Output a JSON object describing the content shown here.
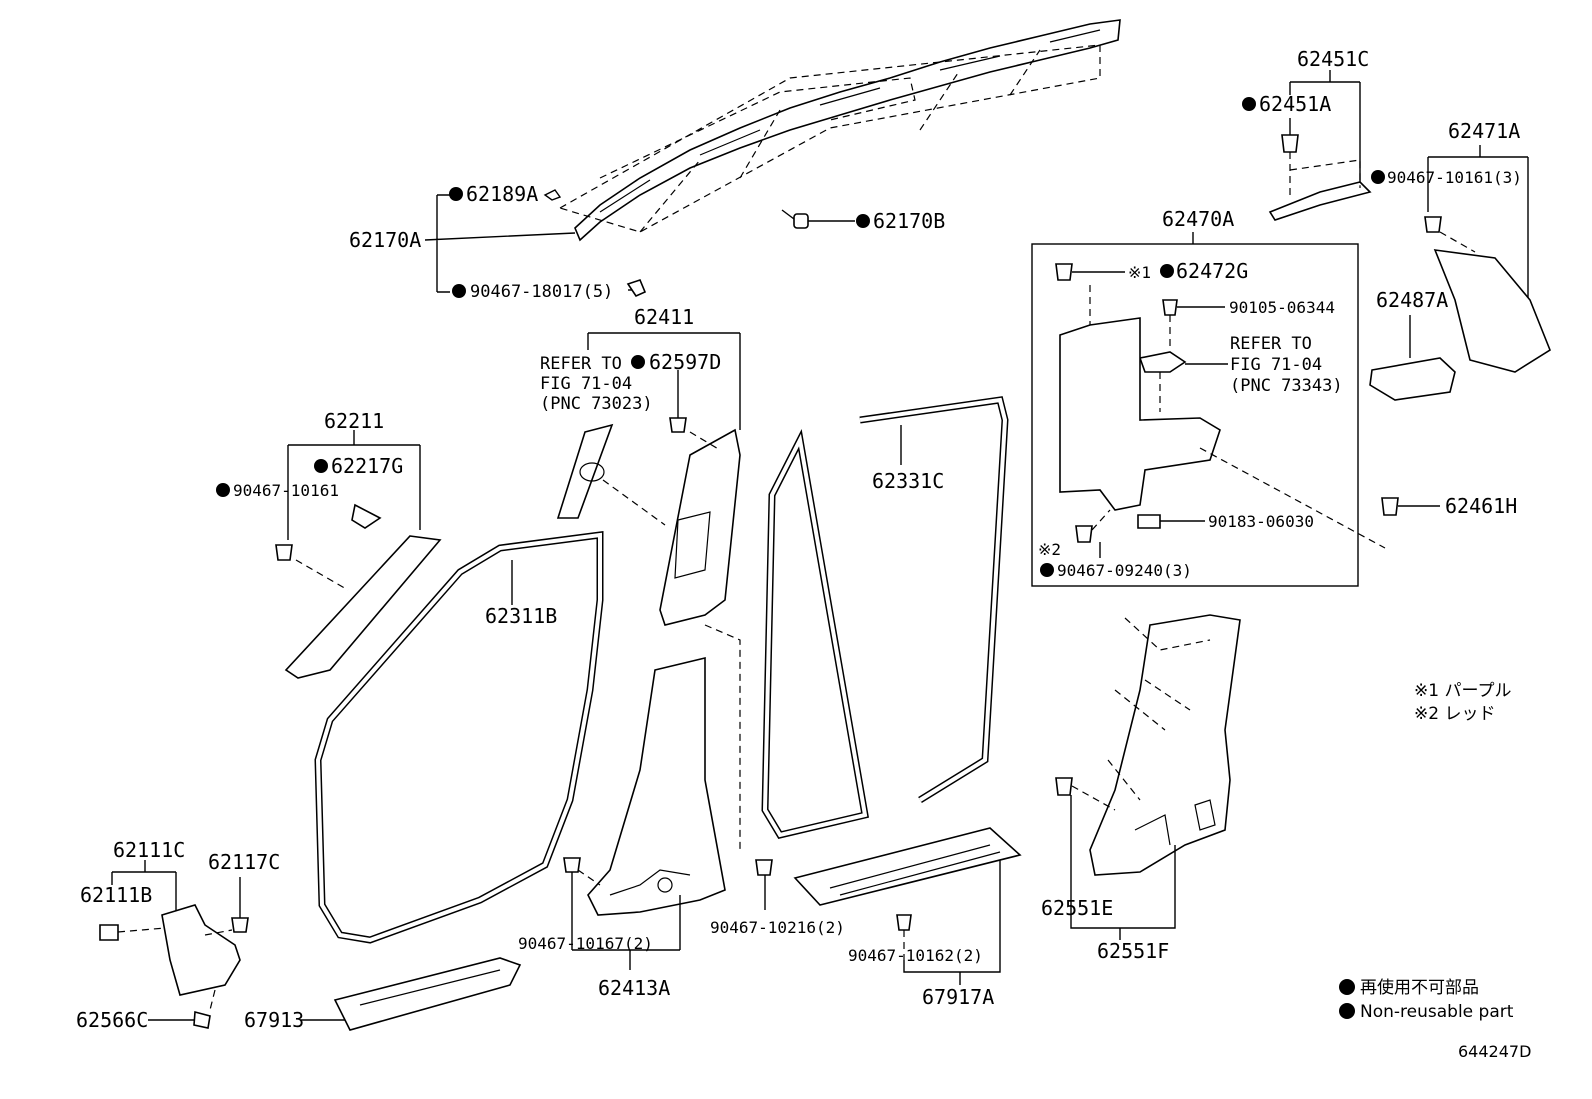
{
  "parts": {
    "p62170A": "62170A",
    "p62189A": "62189A",
    "p90467_18017": "90467-18017(5)",
    "p62170B": "62170B",
    "p62411": "62411",
    "p62597D": "62597D",
    "refer1": [
      "REFER TO",
      "FIG 71-04",
      "(PNC 73023)"
    ],
    "p62211": "62211",
    "p62217G": "62217G",
    "p90467_10161a": "90467-10161",
    "p62311B": "62311B",
    "p62331C": "62331C",
    "p62451C": "62451C",
    "p62451A": "62451A",
    "p62471A": "62471A",
    "p90467_10161b": "90467-10161(3)",
    "p62470A": "62470A",
    "p62472G": "62472G",
    "mark1": "※1",
    "p90105_06344": "90105-06344",
    "refer2": [
      "REFER TO",
      "FIG 71-04",
      "(PNC 73343)"
    ],
    "p62487A": "62487A",
    "p90183_06030": "90183-06030",
    "mark2": "※2",
    "p90467_09240": "90467-09240(3)",
    "p62461H": "62461H",
    "p62111C": "62111C",
    "p62111B": "62111B",
    "p62117C": "62117C",
    "p62566C": "62566C",
    "p67913": "67913",
    "p90467_10167": "90467-10167(2)",
    "p62413A": "62413A",
    "p90467_10216": "90467-10216(2)",
    "p90467_10162": "90467-10162(2)",
    "p67917A": "67917A",
    "p62551E": "62551E",
    "p62551F": "62551F"
  },
  "notes": {
    "note1": "※1 パープル",
    "note2": "※2 レッド"
  },
  "legend": {
    "jp": "再使用不可部品",
    "en": "Non-reusable part"
  },
  "figure_code": "644247D"
}
